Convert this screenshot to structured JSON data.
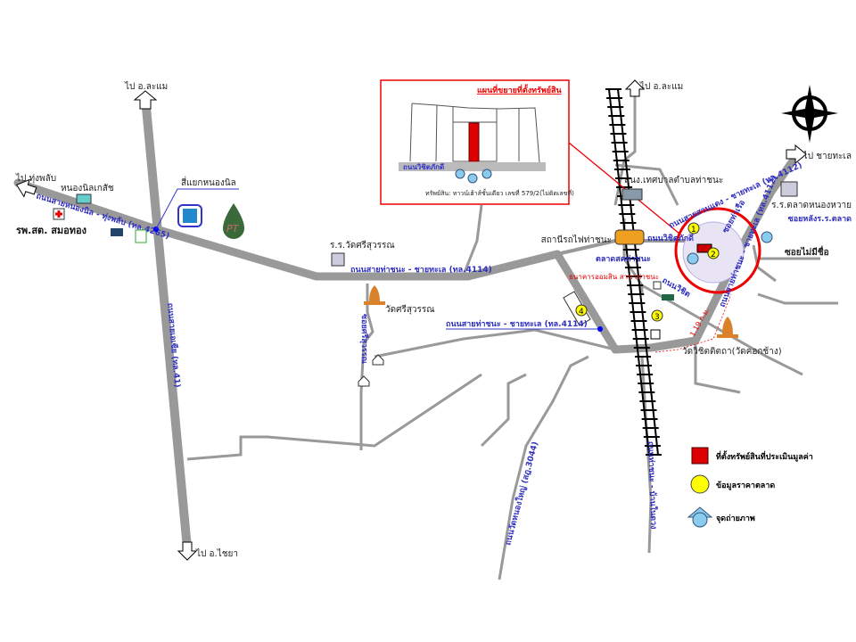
{
  "map": {
    "to_labels": {
      "north_left": "ไป อ.ละแม",
      "west": "ไป ทุ่งพลับ",
      "south": "ไป อ.ไชยา",
      "north_right": "ไป อ.ละแม",
      "east": "ไป ชายทะเล"
    },
    "places": {
      "nongnil_kaset": "หนองนิลเกสัช",
      "hospital": "รพ.สต. สมอทอง",
      "intersection": "สี่แยกหนองนิล",
      "school_sri": "ร.ร.วัดศรีสุวรรณ",
      "wat_sri": "วัดศรีสุวรรณ",
      "station": "สถานีรถไฟท่าชนะ",
      "market": "ตลาดสดท่าชนะ",
      "bank": "ธนาคารออมสิน สาขาท่าชนะ",
      "municipality": "สนง.เทศบาลตำบลท่าชนะ",
      "school_talad": "ร.ร.ตลาดหนองหวาย",
      "soi_lang": "ซอยหลังร.ร.ตลาด",
      "soi_noname": "ซอยไม่มีชื่อ",
      "wat_vichit": "วัดวิชิตติตถา(วัดคอกช้าง)",
      "distance": "1.19 ก.ม."
    },
    "roads": {
      "r4265": "ถนนสายหนองนิล - ทุ่งพลับ (ทล.4265)",
      "r41": "ถนนสายเอเซีย (ทล.41)",
      "r4114a": "ถนนสายท่าชนะ - ชายทะเล (ทล.4114)",
      "r4114b": "ถนนสายท่าชนะ - ชายทะเล (ทล.4114)",
      "vichit": "ถนนวิชิตภักดี",
      "soi_vichit": "ถนนวิชิต",
      "soi_sri": "ซอยศรีสุวรรณ",
      "r4112": "ถนนสายสวนแดง - ชายทะเล (ทล.4112)",
      "nong_lang": "ถนนวัดหนองใหญ่ (สฎ.3044)",
      "thachana_south": "ถนนท่าชนะ - บ้านในดวง",
      "thachana_east": "ถนนสายท่าชนะ - ชายทะเล (ทล.4112)",
      "soi_nuea": "ซอยท่าเรือ"
    },
    "inset": {
      "title": "แผนที่ขยายที่ตั้งทรัพย์สิน",
      "road": "ถนนวิชิตภักดี",
      "caption": "ทรัพย์สิน: ทาวน์เฮ้าส์ชั้นเดียว เลขที่ 579/2(ไม่ติดเลขที่)"
    },
    "markers": [
      "1",
      "2",
      "3",
      "4"
    ],
    "logos": {
      "pt": "PT"
    }
  },
  "legend": {
    "property": "ที่ตั้งทรัพย์สินที่ประเมินมูลค่า",
    "market_data": "ข้อมูลราคาตลาด",
    "photo_point": "จุดถ่ายภาพ"
  },
  "colors": {
    "road": "#999999",
    "label_blue": "#3030c0",
    "highlight": "#e00000",
    "marker": "#ffff00",
    "photo": "#8ccbf0"
  }
}
